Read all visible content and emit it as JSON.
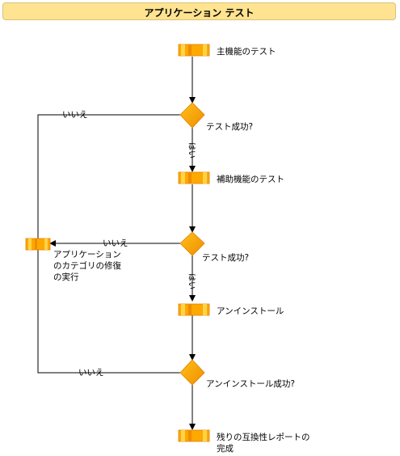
{
  "title": "アプリケーション テスト",
  "colors": {
    "title_bg": "#ffe390",
    "node_fill": "#ffa800",
    "node_dark": "#f08c00",
    "node_light": "#ffd34a",
    "line": "#000000"
  },
  "nodes": {
    "main_test": "主機能のテスト",
    "test_success_1": "テスト成功?",
    "aux_test": "補助機能のテスト",
    "test_success_2": "テスト成功?",
    "repair": "アプリケーション\nのカテゴリの修復\nの実行",
    "uninstall": "アンインストール",
    "uninstall_success": "アンインストール成功?",
    "report": "残りの互換性レポートの\n完成"
  },
  "edges": {
    "yes_1": "はい",
    "yes_2": "はい",
    "no_1": "いいえ",
    "no_2": "いいえ",
    "no_3": "いいえ"
  }
}
